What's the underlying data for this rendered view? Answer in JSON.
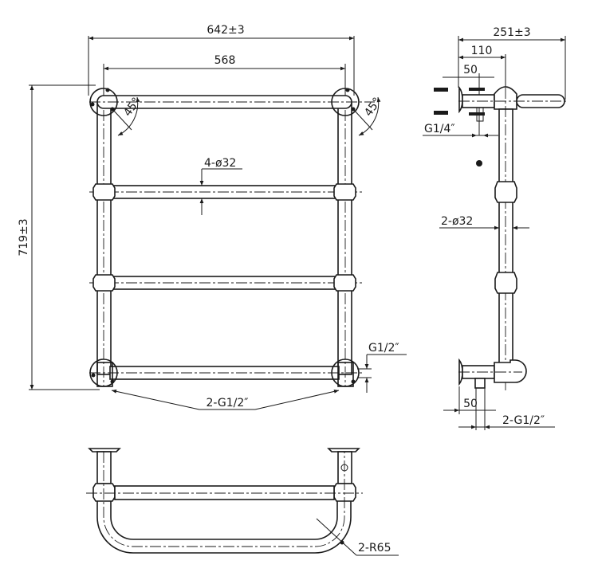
{
  "drawing": {
    "title": "Towel rail technical drawing",
    "colors": {
      "line": "#1a1a1a",
      "background": "#ffffff"
    },
    "front_view": {
      "overall_width": "642±3",
      "center_width": "568",
      "overall_height": "719±3",
      "bar_diameter": "4-ø32",
      "wall_angle_left": "45°",
      "wall_angle_right": "45°",
      "inlet_thread": "G1/2″",
      "connections": "2-G1/2″"
    },
    "side_view": {
      "overall_depth": "251±3",
      "depth_to_center": "110",
      "bracket_offset_top": "50",
      "vent_thread": "G1/4″",
      "upright_diameter": "2-ø32",
      "bracket_offset_bottom": "50",
      "connections": "2-G1/2″"
    },
    "top_view": {
      "bend_radius": "2-R65"
    }
  }
}
